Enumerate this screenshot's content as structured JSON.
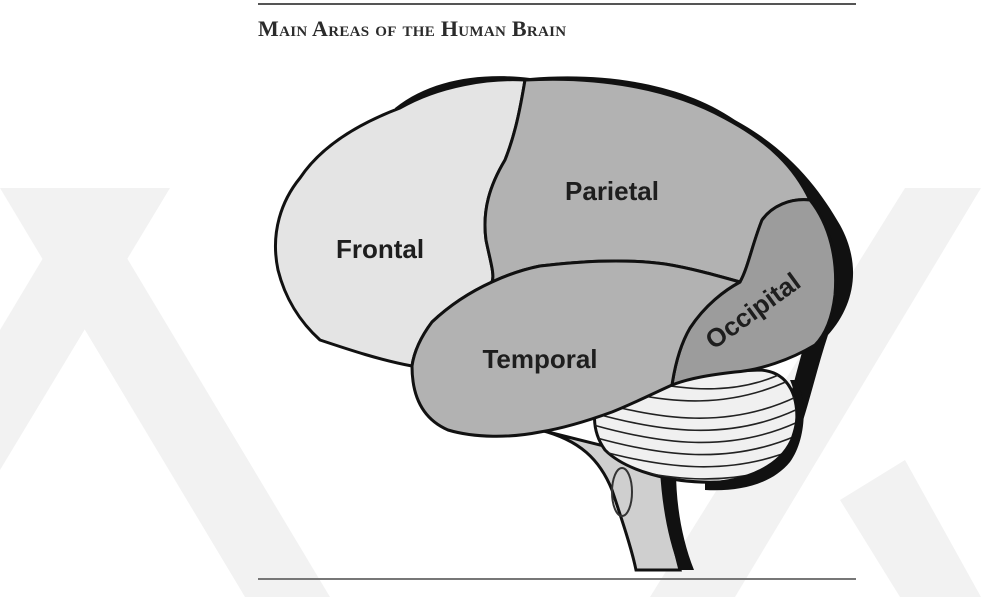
{
  "figure": {
    "title": "Main Areas of the Human Brain"
  },
  "lobes": {
    "frontal": {
      "label": "Frontal",
      "color": "#e4e4e4"
    },
    "parietal": {
      "label": "Parietal",
      "color": "#b2b2b2"
    },
    "temporal": {
      "label": "Temporal",
      "color": "#b2b2b2"
    },
    "occipital": {
      "label": "Occipital",
      "color": "#9c9c9c"
    }
  },
  "colors": {
    "outline": "#111111",
    "brainstem": "#cfcfcf",
    "cerebellum": "#f0f0f0",
    "watermark": "#f1f1f1"
  }
}
